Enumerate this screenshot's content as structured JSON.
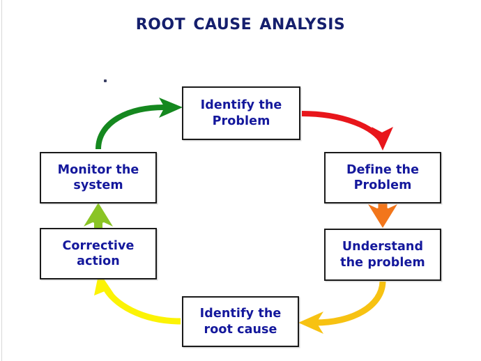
{
  "page": {
    "title": "Root Cause Analysis",
    "background_color": "#ffffff",
    "title_color": "#151f6d",
    "node_text_color": "#14189c",
    "node_border_color": "#1a1a1a"
  },
  "diagram": {
    "type": "cycle",
    "direction": "clockwise",
    "node_count": 6,
    "nodes": [
      {
        "id": "identify-problem",
        "label_line1": "Identify the",
        "label_line2": "Problem",
        "position": "top"
      },
      {
        "id": "define-problem",
        "label_line1": "Define the",
        "label_line2": "Problem",
        "position": "upper-right"
      },
      {
        "id": "understand-problem",
        "label_line1": "Understand",
        "label_line2": "the problem",
        "position": "lower-right"
      },
      {
        "id": "identify-root",
        "label_line1": "Identify the",
        "label_line2": "root cause",
        "position": "bottom"
      },
      {
        "id": "corrective-action",
        "label_line1": "Corrective",
        "label_line2": "action",
        "position": "lower-left"
      },
      {
        "id": "monitor-system",
        "label_line1": "Monitor the",
        "label_line2": "system",
        "position": "upper-left"
      }
    ],
    "arrows": [
      {
        "id": "arrow-identify-to-define",
        "from": "identify-problem",
        "to": "define-problem",
        "color": "#e8161b",
        "shape": "curved"
      },
      {
        "id": "arrow-define-to-understand",
        "from": "define-problem",
        "to": "understand-problem",
        "color": "#f2761b",
        "shape": "straight-down"
      },
      {
        "id": "arrow-understand-to-root",
        "from": "understand-problem",
        "to": "identify-root",
        "color": "#f7c212",
        "shape": "curved"
      },
      {
        "id": "arrow-root-to-corrective",
        "from": "identify-root",
        "to": "corrective-action",
        "color": "#fcf305",
        "shape": "curved"
      },
      {
        "id": "arrow-corrective-to-monitor",
        "from": "corrective-action",
        "to": "monitor-system",
        "color": "#8ac425",
        "shape": "straight-up"
      },
      {
        "id": "arrow-monitor-to-identify",
        "from": "monitor-system",
        "to": "identify-problem",
        "color": "#15881f",
        "shape": "curved"
      }
    ]
  }
}
